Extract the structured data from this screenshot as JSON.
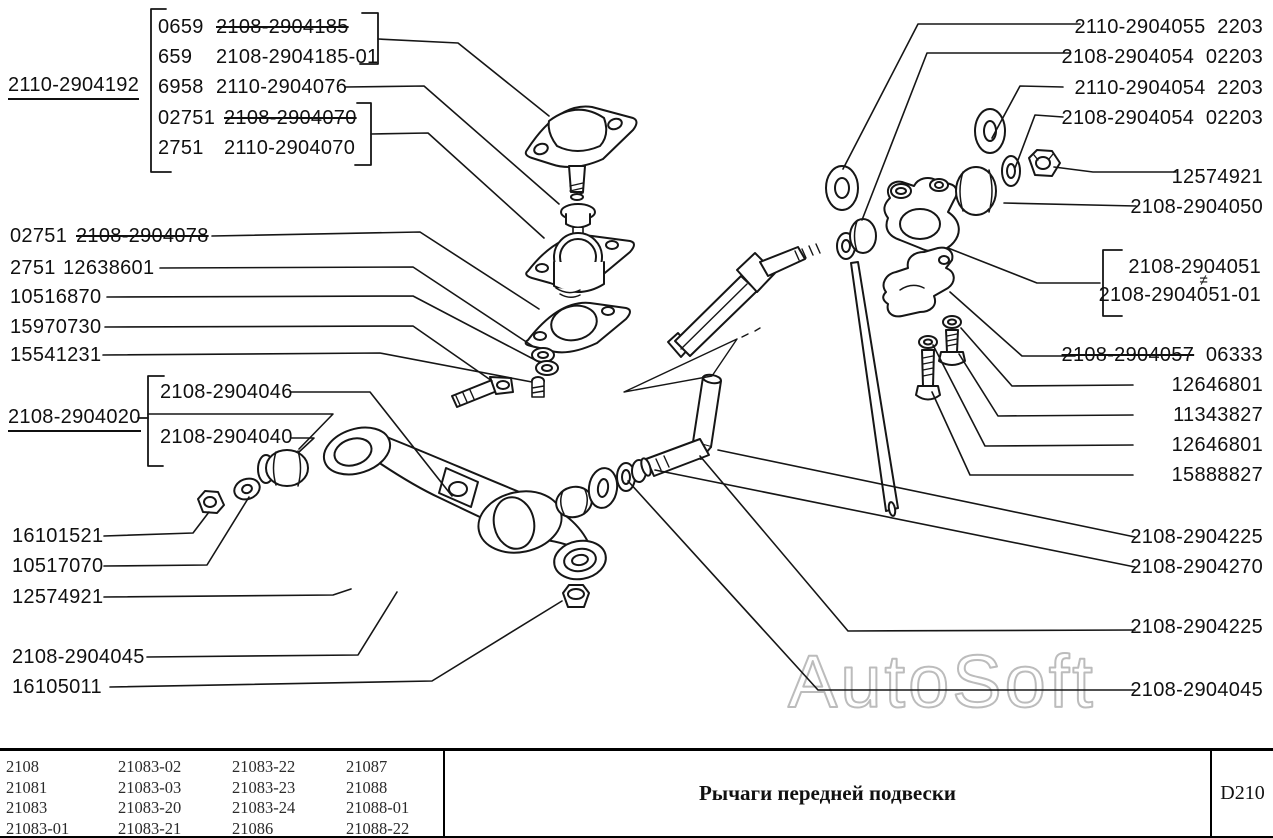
{
  "watermark": "AutoSoft",
  "left": {
    "master_label": "2110-2904192",
    "group_rows": [
      {
        "num": "0659",
        "part": "2108-2904185",
        "strike": true
      },
      {
        "num": "659",
        "part": "2108-2904185-01",
        "strike": false
      },
      {
        "num": "6958",
        "part": "2110-2904076",
        "strike": false
      },
      {
        "num": "02751",
        "part": "2108-2904070",
        "strike": true
      },
      {
        "num": "2751",
        "part": "2110-2904070",
        "strike": false
      }
    ],
    "l2": {
      "num": "02751",
      "part": "2108-2904078",
      "strike": true
    },
    "l3": {
      "num": "2751",
      "part": "12638601"
    },
    "l4": "10516870",
    "l5": "15970730",
    "l6": "15541231",
    "arm_group": {
      "top": "2108-2904046",
      "label": "2108-2904020",
      "bottom": "2108-2904040"
    },
    "l10": "16101521",
    "l11": "10517070",
    "l12": "12574921",
    "l13": "2108-2904045",
    "l14": "16105011"
  },
  "right": {
    "r1": "2110-2904055  2203",
    "r2": "2108-2904054  02203",
    "r3": "2110-2904054  2203",
    "r4": "2108-2904054  02203",
    "r5": "12574921",
    "r6": "2108-2904050",
    "bracket_group": {
      "top": "2108-2904051",
      "neq": "≠",
      "bottom": "2108-2904051-01"
    },
    "r9": {
      "part": "2108-2904057",
      "suffix": "  06333",
      "strike": true
    },
    "r10": "12646801",
    "r11": "11343827",
    "r12": "12646801",
    "r13": "15888827",
    "r14": "2108-2904225",
    "r15": "2108-2904270",
    "r16": "2108-2904225",
    "r17": "2108-2904045"
  },
  "table": {
    "models": [
      "2108",
      "21081",
      "21083",
      "21083-01",
      "21083-02",
      "21083-03",
      "21083-20",
      "21083-21",
      "21083-22",
      "21083-23",
      "21083-24",
      "21086",
      "21087",
      "21088",
      "21088-01",
      "21088-22"
    ],
    "title": "Рычаги передней подвески",
    "code": "D210"
  }
}
